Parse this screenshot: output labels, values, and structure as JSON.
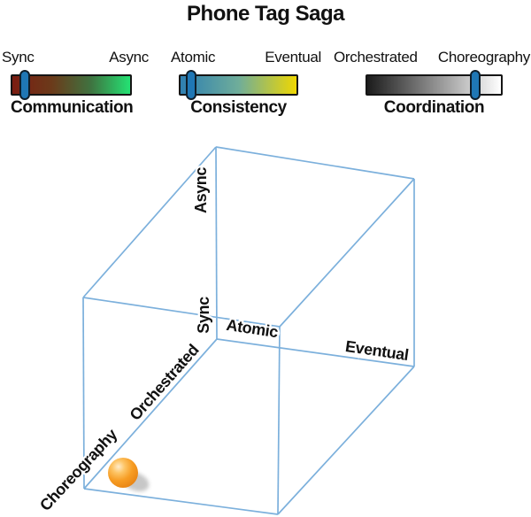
{
  "title": "Phone Tag Saga",
  "colors": {
    "slider_handle": "#1f77b5",
    "slider_handle_border": "#0e1e2b",
    "cube_line": "#7cb0dc",
    "sphere": "#f79d24",
    "text": "#111111"
  },
  "sliders": [
    {
      "name": "Communication",
      "left_label": "Sync",
      "right_label": "Async",
      "value_fraction": 0.105,
      "selected_value": "Sync",
      "gradient": [
        "#7b1d12",
        "#6b3a1a",
        "#3f7340",
        "#24e273"
      ]
    },
    {
      "name": "Consistency",
      "left_label": "Atomic",
      "right_label": "Eventual",
      "value_fraction": 0.09,
      "selected_value": "Atomic",
      "gradient": [
        "#2e7fb1",
        "#6fad9a",
        "#efd702"
      ]
    },
    {
      "name": "Coordination",
      "left_label": "Orchestrated",
      "right_label": "Choreography",
      "value_fraction": 0.806,
      "selected_value": "Choreography",
      "gradient": [
        "#1c1c1c",
        "#ffffff"
      ]
    }
  ],
  "cube": {
    "axis_labels": {
      "communication_low": "Sync",
      "communication_high": "Async",
      "consistency_low": "Atomic",
      "consistency_high": "Eventual",
      "coordination_low": "Orchestrated",
      "coordination_high": "Choreography"
    },
    "data_point": {
      "communication": "Sync",
      "consistency": "Atomic",
      "coordination": "Choreography"
    }
  }
}
